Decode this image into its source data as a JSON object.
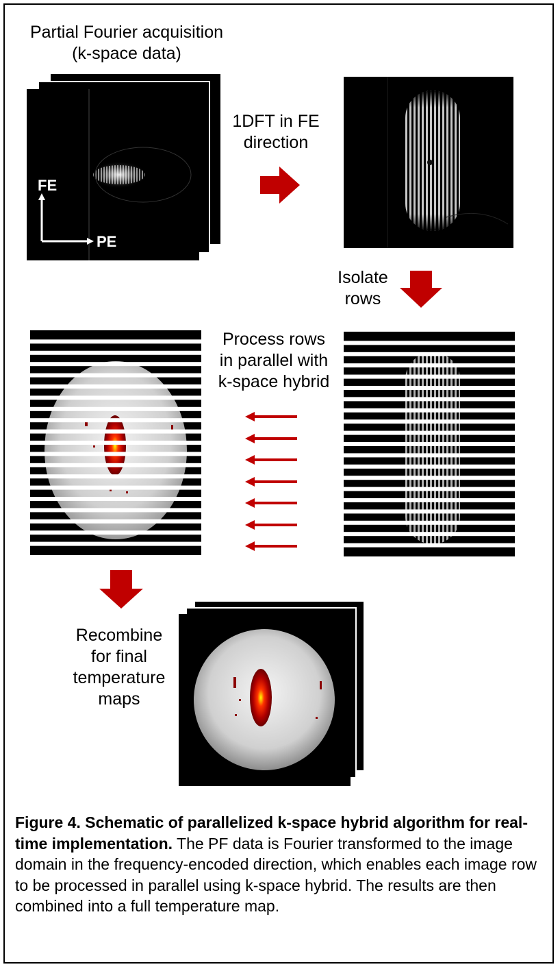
{
  "figure": {
    "labels": {
      "acquisition_line1": "Partial Fourier acquisition",
      "acquisition_line2": "(k-space data)",
      "dft_line1": "1DFT in FE",
      "dft_line2": "direction",
      "isolate_line1": "Isolate",
      "isolate_line2": "rows",
      "process_line1": "Process rows",
      "process_line2": "in parallel with",
      "process_line3": "k-space hybrid",
      "recombine_line1": "Recombine",
      "recombine_line2": "for final",
      "recombine_line3": "temperature",
      "recombine_line4": "maps",
      "axis_fe": "FE",
      "axis_pe": "PE"
    },
    "colors": {
      "arrow_red": "#c00000",
      "panel_black": "#000000",
      "hotspot_core": "#ffff00",
      "hotspot_mid": "#ff3300",
      "hotspot_outer": "#8b0000"
    },
    "row_strip_count": 20,
    "parallel_arrow_count": 7
  },
  "caption": {
    "title": "Figure 4. Schematic of parallelized k-space hybrid algorithm for real-time implementation.",
    "body": " The PF data is Fourier transformed to the image domain in the frequency-encoded direction, which enables each image row to be processed in parallel using k-space hybrid. The results are then combined into a full temperature map."
  }
}
